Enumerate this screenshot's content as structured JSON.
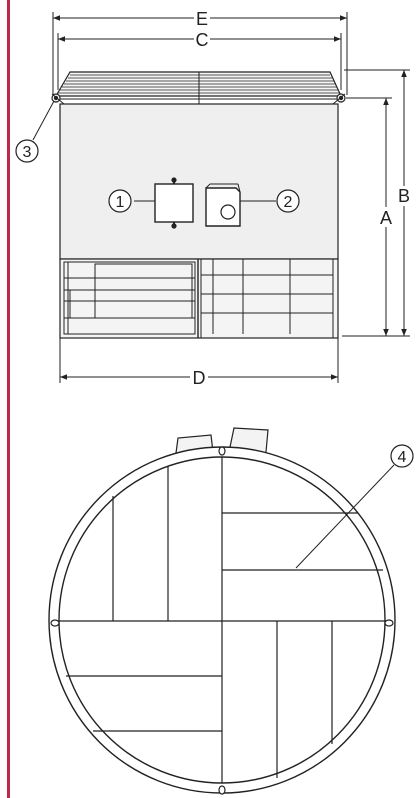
{
  "side_view": {
    "dimensions": {
      "E": "E",
      "C": "C",
      "D": "D",
      "A": "A",
      "B": "B"
    },
    "callouts": [
      "1",
      "2",
      "3"
    ]
  },
  "top_view": {
    "callouts": [
      "4"
    ]
  },
  "colors": {
    "accent_line": "#c0284a",
    "stroke": "#222222",
    "fill": "#efefef"
  }
}
